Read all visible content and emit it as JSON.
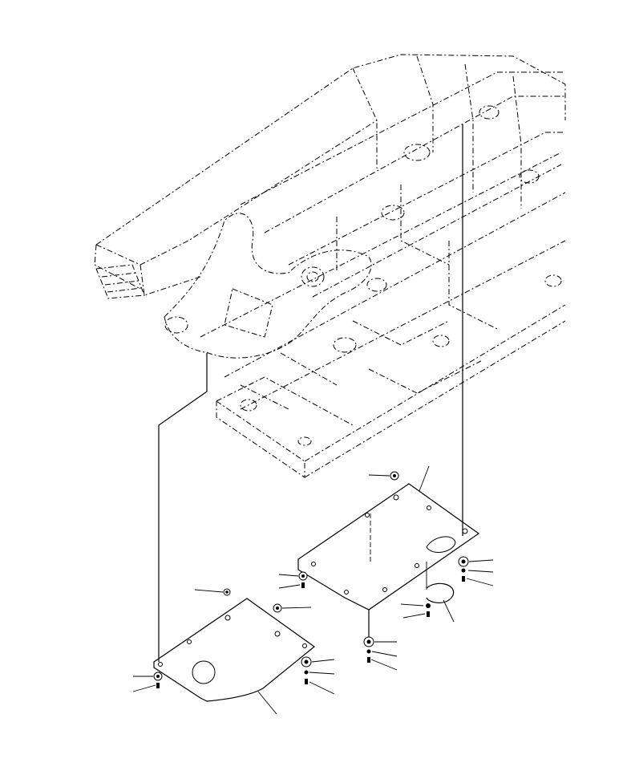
{
  "figure": {
    "type": "exploded-parts-view",
    "colors": {
      "line": "#000000",
      "background": "#ffffff"
    },
    "parts": [
      {
        "id": "frame-assembly",
        "rendering": "phantom-dashed"
      },
      {
        "id": "cover-plate-rear",
        "rendering": "solid"
      },
      {
        "id": "cover-plate-front",
        "rendering": "solid"
      },
      {
        "id": "bolt-set",
        "count": 8
      }
    ]
  }
}
